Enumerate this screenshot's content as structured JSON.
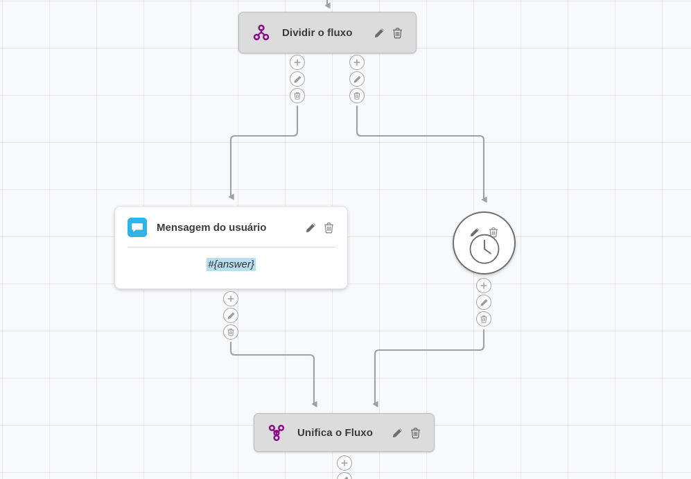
{
  "canvas": {
    "name": "flow-editor-canvas",
    "background_color": "#f8f9fa",
    "grid_color": "#c9d2e6",
    "edge_color": "#9e9e9e"
  },
  "nodes": [
    {
      "id": "split",
      "type": "split-flow",
      "title": "Dividir o fluxo",
      "icon": "split-flow-icon",
      "icon_color": "#8e0f8e",
      "edit_icon": "pencil-icon",
      "delete_icon": "trash-icon"
    },
    {
      "id": "user-message",
      "type": "user-message",
      "title": "Mensagem do usuário",
      "icon": "chat-bubble-icon",
      "icon_color": "#2eb5e5",
      "body_text": "#{answer}",
      "body_highlight_color": "#b7dff0",
      "edit_icon": "pencil-icon",
      "delete_icon": "trash-icon"
    },
    {
      "id": "delay",
      "type": "delay",
      "title": "",
      "icon": "clock-icon",
      "edit_icon": "pencil-icon",
      "delete_icon": "trash-icon"
    },
    {
      "id": "merge",
      "type": "merge-flow",
      "title": "Unifica o Fluxo",
      "icon": "merge-flow-icon",
      "icon_color": "#8e0f8e",
      "edit_icon": "pencil-icon",
      "delete_icon": "trash-icon"
    }
  ],
  "port_buttons": {
    "add_label": "+",
    "add_icon": "plus-icon",
    "edit_icon": "pencil-icon",
    "delete_icon": "trash-icon"
  },
  "port_stacks": [
    {
      "name": "split-left-port-stack"
    },
    {
      "name": "split-right-port-stack"
    },
    {
      "name": "user-message-port-stack"
    },
    {
      "name": "delay-port-stack"
    },
    {
      "name": "merge-port-stack"
    }
  ]
}
